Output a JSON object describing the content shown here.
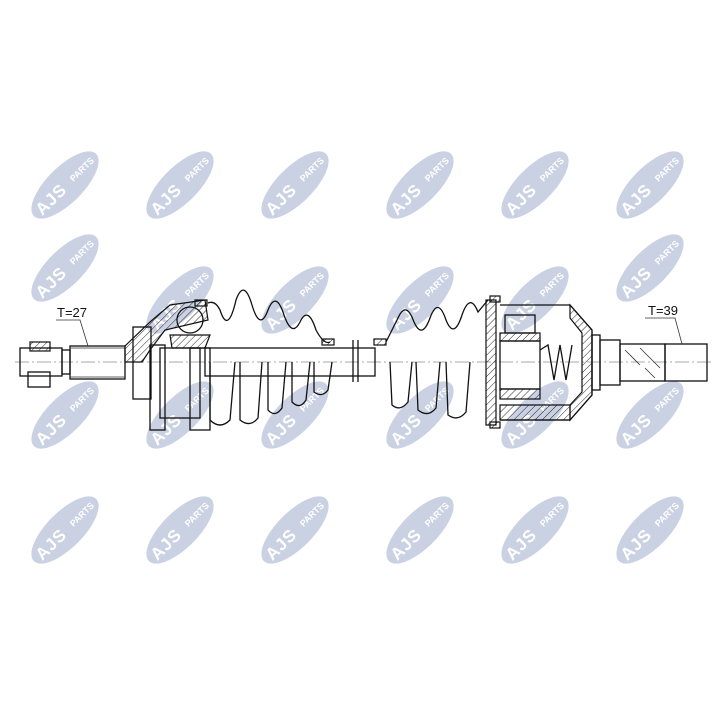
{
  "diagram": {
    "left_label": "T=27",
    "right_label": "T=39"
  },
  "watermark": {
    "brand": "AJS",
    "sub": "PARTS",
    "color": "#c9d1e3"
  }
}
